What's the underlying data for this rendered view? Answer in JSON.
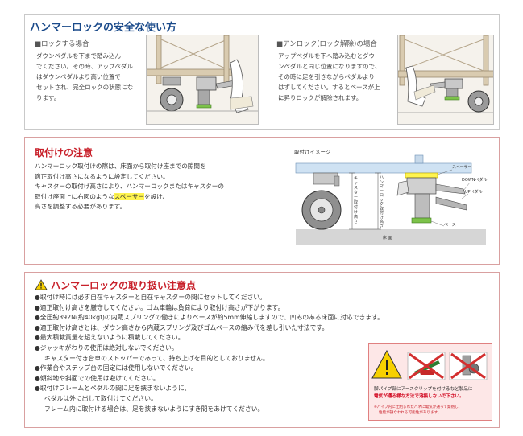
{
  "safe_use": {
    "title": "ハンマーロックの安全な使い方",
    "lock": {
      "heading": "■ロックする場合",
      "lines": [
        "ダウンペダルを下まで踏み込ん",
        "でください。その時、アップペダル",
        "はダウンペダルより高い位置で",
        "セットされ、完全ロックの状態にな",
        "ります。"
      ]
    },
    "unlock": {
      "heading": "■アンロック(ロック解除)の場合",
      "lines": [
        "アップペダルを下へ踏み込むとダウ",
        "ンペダルと同じ位置になりますので、",
        "その時に足を引きながらペダルより",
        "はずしてください。するとベースが上",
        "に昇りロックが解除されます。"
      ]
    }
  },
  "install_note": {
    "title": "取付けの注意",
    "lines": [
      "ハンマーロック取付けの際は、床面から取付け座までの隙間を",
      "適正取付け高さになるように設定してください。",
      "キャスターの取付け高さにより、ハンマーロックまたはキャスターの",
      "取付け座面上に右図のような",
      "を設け、",
      "高さを調整する必要があります。"
    ],
    "highlight": "スペーサー",
    "figure": {
      "caption": "取付けイメージ",
      "spacer_label": "スペーサー",
      "down_pedal": "DOWNペダル",
      "up_pedal": "UPペダル",
      "base": "ベース",
      "floor": "床 面",
      "v_label1": "キャスター取付け高さ",
      "v_label2": "ハンマーロック取付け高さ"
    }
  },
  "handling": {
    "title": "ハンマーロックの取り扱い注意点",
    "items": [
      {
        "text": "●取付け時には必ず自在キャスターと自在キャスターの間にセットしてください。",
        "indent": false
      },
      {
        "text": "●適正取付け高さを厳守してください。ゴム車輪は負荷により取付け高さが下がります。",
        "indent": false
      },
      {
        "text": "●全圧約392N(約40kgf)の内蔵スプリングの働きによりベースが約5mm伸縮しますので、凹みのある床面に対応できます。",
        "indent": false
      },
      {
        "text": "●適正取付け高さとは、ダウン高さから内蔵スプリング及びゴムベースの縮み代を差し引いた寸法です。",
        "indent": false
      },
      {
        "text": "●最大積載質量を超えないように積載してください。",
        "indent": false
      },
      {
        "text": "●ジャッキがわりの使用は絶対しないでください。",
        "indent": false
      },
      {
        "text": "キャスター付き台車のストッパーであって、持ち上げを目的としておりません。",
        "indent": true
      },
      {
        "text": "●作業台やステップ台の固定には使用しないでください。",
        "indent": false
      },
      {
        "text": "●傾斜地や斜面での使用は避けてください。",
        "indent": false
      },
      {
        "text": "●取付けフレームとペダルの間に足を挟まないように、",
        "indent": false
      },
      {
        "text": "ペダルは外に出して取付けてください。",
        "indent": true
      },
      {
        "text": "フレーム内に取付ける場合は、足を挟まないようにすき間をあけてください。",
        "indent": true
      }
    ],
    "warning_box": {
      "line1": "脚パイプ部にアースクリップを付けるなど製品に",
      "line2": "電気が通る様な方法で溶接しないで下さい。",
      "note1": "※パイプ内に仕組まれたバネに電気が通って発熱し、",
      "note2": "性能が損なわれる可能性があります。"
    }
  }
}
